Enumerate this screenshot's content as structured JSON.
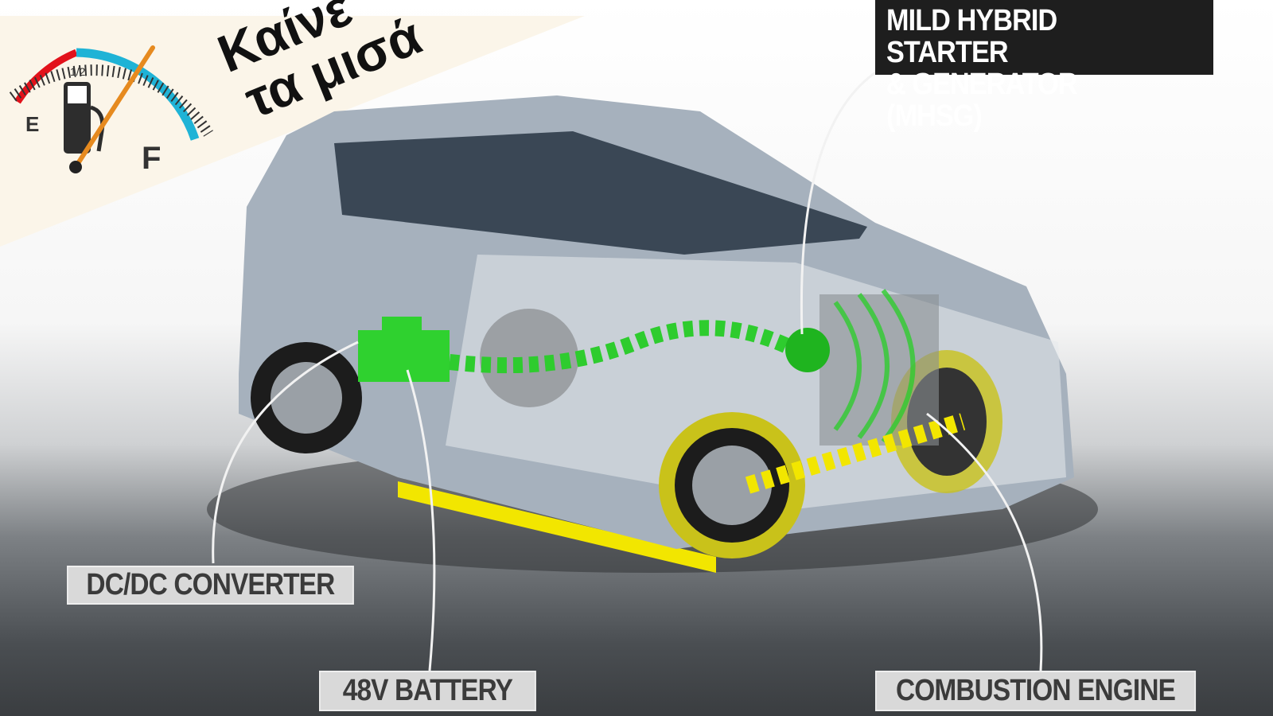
{
  "banner": {
    "line1": "Καίνε",
    "line2": "τα μισά",
    "gauge": {
      "empty_label": "E",
      "half_label": "1/2",
      "full_label": "F",
      "icon": "fuel-pump-icon",
      "level": 0.7
    }
  },
  "labels": {
    "mhsg": [
      "MILD HYBRID STARTER",
      "& GENERATOR (MHSG)"
    ],
    "dcdc": "DC/DC CONVERTER",
    "battery": "48V BATTERY",
    "engine": "COMBUSTION ENGINE"
  },
  "colors": {
    "energy_flow": "#2ecc2e",
    "wheel_highlight": "#d6d21e",
    "arrows_ground": "#f2e600",
    "banner_bg": "#fbf5e9"
  }
}
